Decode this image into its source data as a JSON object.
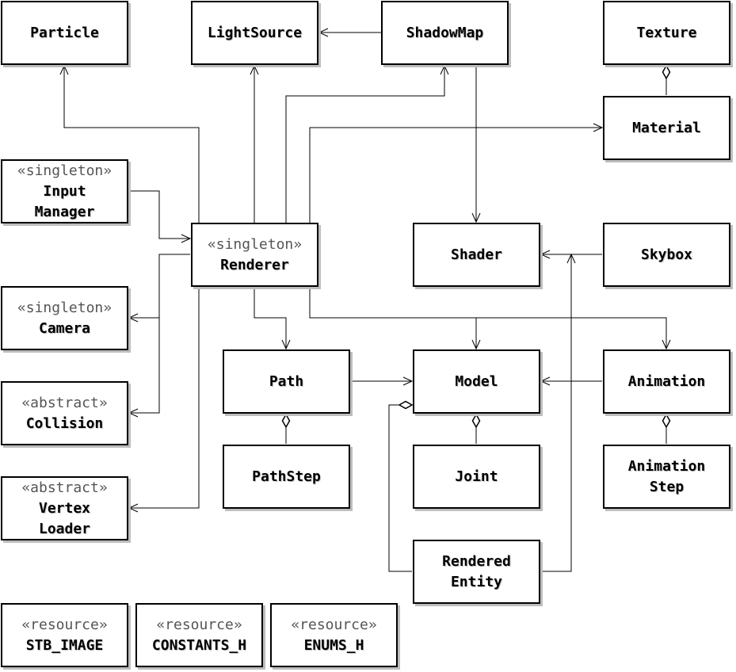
{
  "classes": {
    "particle": {
      "name": "Particle"
    },
    "lightsource": {
      "name": "LightSource"
    },
    "shadowmap": {
      "name": "ShadowMap"
    },
    "texture": {
      "name": "Texture"
    },
    "material": {
      "name": "Material"
    },
    "inputmanager": {
      "stereotype": "«singleton»",
      "name": "Input\nManager"
    },
    "renderer": {
      "stereotype": "«singleton»",
      "name": "Renderer"
    },
    "shader": {
      "name": "Shader"
    },
    "skybox": {
      "name": "Skybox"
    },
    "camera": {
      "stereotype": "«singleton»",
      "name": "Camera"
    },
    "path": {
      "name": "Path"
    },
    "model": {
      "name": "Model"
    },
    "animation": {
      "name": "Animation"
    },
    "collision": {
      "stereotype": "«abstract»",
      "name": "Collision"
    },
    "pathstep": {
      "name": "PathStep"
    },
    "joint": {
      "name": "Joint"
    },
    "animationstep": {
      "name": "Animation\nStep"
    },
    "vertexloader": {
      "stereotype": "«abstract»",
      "name": "Vertex\nLoader"
    },
    "renderedentity": {
      "name": "Rendered\nEntity"
    },
    "stbimage": {
      "stereotype": "«resource»",
      "name": "STB_IMAGE"
    },
    "constantsh": {
      "stereotype": "«resource»",
      "name": "CONSTANTS_H"
    },
    "enumsh": {
      "stereotype": "«resource»",
      "name": "ENUMS_H"
    }
  },
  "edges": [
    {
      "id": "renderer-particle",
      "kind": "association"
    },
    {
      "id": "renderer-lightsource",
      "kind": "association"
    },
    {
      "id": "renderer-shadowmap",
      "kind": "association"
    },
    {
      "id": "renderer-material",
      "kind": "association"
    },
    {
      "id": "shadowmap-lightsource",
      "kind": "association"
    },
    {
      "id": "shadowmap-shader",
      "kind": "association"
    },
    {
      "id": "material-texture",
      "kind": "aggregation"
    },
    {
      "id": "inputmanager-renderer",
      "kind": "association"
    },
    {
      "id": "renderer-camera",
      "kind": "association"
    },
    {
      "id": "renderer-collision",
      "kind": "association"
    },
    {
      "id": "renderer-vertexloader",
      "kind": "association"
    },
    {
      "id": "renderer-path",
      "kind": "association"
    },
    {
      "id": "renderer-model",
      "kind": "association"
    },
    {
      "id": "renderer-animation",
      "kind": "association"
    },
    {
      "id": "skybox-shader",
      "kind": "association"
    },
    {
      "id": "renderedentity-shader",
      "kind": "association"
    },
    {
      "id": "path-model",
      "kind": "association"
    },
    {
      "id": "animation-model",
      "kind": "association"
    },
    {
      "id": "path-pathstep",
      "kind": "aggregation"
    },
    {
      "id": "model-joint",
      "kind": "aggregation"
    },
    {
      "id": "animation-animationstep",
      "kind": "aggregation"
    },
    {
      "id": "model-renderedentity",
      "kind": "aggregation"
    }
  ]
}
